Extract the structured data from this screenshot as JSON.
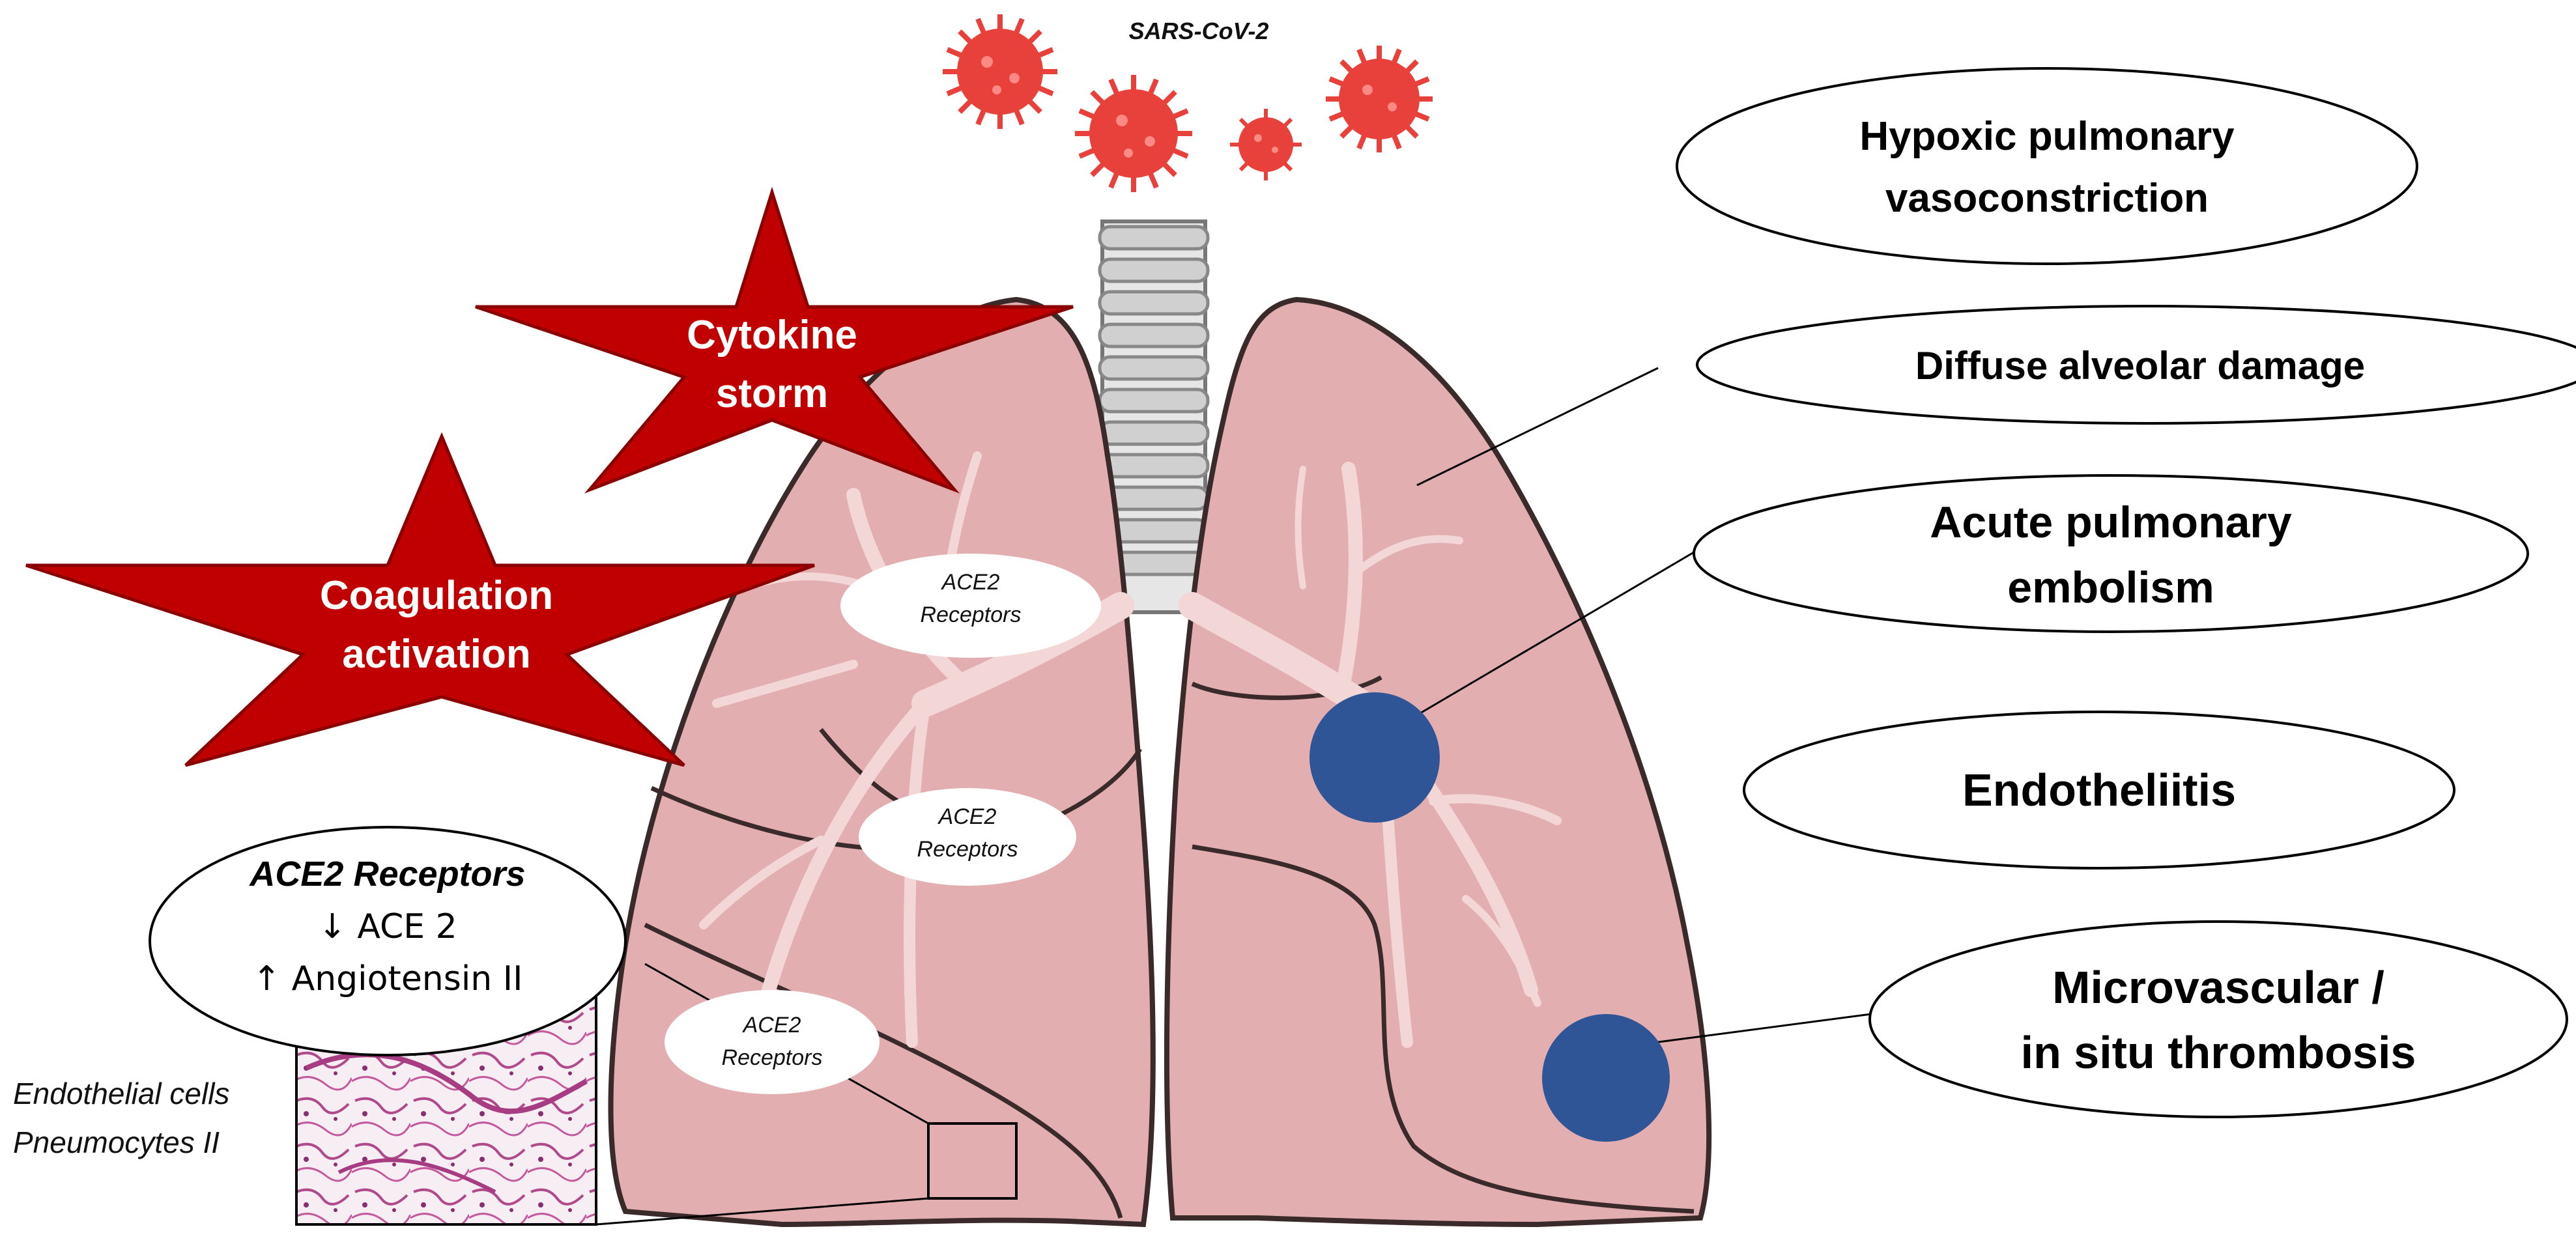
{
  "virus": {
    "label": "SARS-CoV-2"
  },
  "stars": [
    {
      "line1": "Cytokine",
      "line2": "storm"
    },
    {
      "line1": "Coagulation",
      "line2": "activation"
    }
  ],
  "small_bubbles": [
    {
      "line1": "ACE2",
      "line2": "Receptors"
    },
    {
      "line1": "ACE2",
      "line2": "Receptors"
    },
    {
      "line1": "ACE2",
      "line2": "Receptors"
    }
  ],
  "ace_box": {
    "title": "ACE2 Receptors",
    "line2": "↓ ACE 2",
    "line3": "↑ Angiotensin II"
  },
  "cells": {
    "line1": "Endothelial cells",
    "line2": "Pneumocytes II"
  },
  "ellipses": [
    {
      "line1": "Hypoxic pulmonary",
      "line2": "vasoconstriction"
    },
    {
      "line1": "Diffuse alveolar damage"
    },
    {
      "line1": "Acute pulmonary",
      "line2": "embolism"
    },
    {
      "line1": "Endotheliitis"
    },
    {
      "line1": "Microvascular /",
      "line2": "in situ thrombosis"
    }
  ],
  "colors": {
    "star": "#C00000",
    "lung": "#E3AEB0",
    "lung_dark": "#C98B8E",
    "airway": "#F3D7D7",
    "clot": "#2F5597",
    "virus": "#E8413C"
  }
}
